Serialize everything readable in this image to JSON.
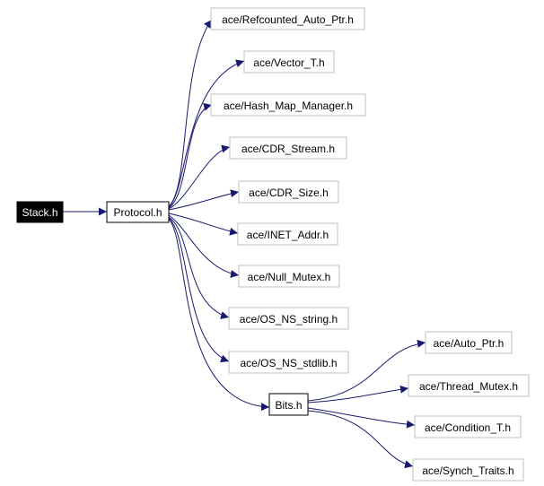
{
  "colors": {
    "edge": "#191970",
    "root_fill": "#000000",
    "root_text": "#ffffff",
    "node_border_dark": "#000000",
    "node_border_light": "#bfbfbf",
    "node_text": "#000000"
  },
  "nodes": {
    "stack": "Stack.h",
    "protocol": "Protocol.h",
    "refcounted_auto_ptr": "ace/Refcounted_Auto_Ptr.h",
    "vector_t": "ace/Vector_T.h",
    "hash_map_manager": "ace/Hash_Map_Manager.h",
    "cdr_stream": "ace/CDR_Stream.h",
    "cdr_size": "ace/CDR_Size.h",
    "inet_addr": "ace/INET_Addr.h",
    "null_mutex": "ace/Null_Mutex.h",
    "os_ns_string": "ace/OS_NS_string.h",
    "os_ns_stdlib": "ace/OS_NS_stdlib.h",
    "bits": "Bits.h",
    "auto_ptr": "ace/Auto_Ptr.h",
    "thread_mutex": "ace/Thread_Mutex.h",
    "condition_t": "ace/Condition_T.h",
    "synch_traits": "ace/Synch_Traits.h"
  }
}
